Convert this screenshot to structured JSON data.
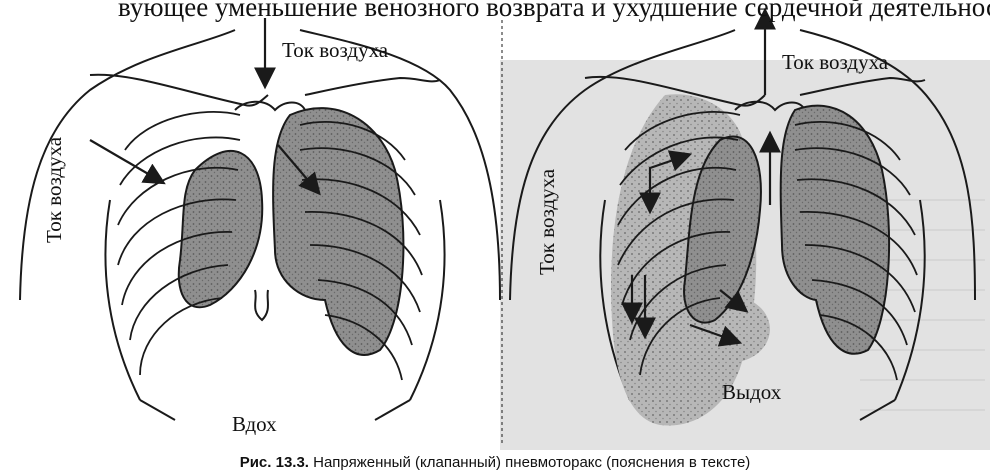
{
  "header_text": "вующее уменьшение венозного возврата и ухудшение сердечной деятельности",
  "figures": {
    "left": {
      "airflow_label_top": "Ток воздуха",
      "airflow_label_side": "Ток воздуха",
      "phase_label": "Вдох"
    },
    "right": {
      "airflow_label_top": "Ток воздуха",
      "airflow_label_side": "Ток воздуха",
      "phase_label": "Выдох"
    }
  },
  "caption": {
    "prefix": "Рис. 13.3.",
    "text": " Напряженный (клапанный) пневмоторакс (пояснения в тексте)"
  },
  "colors": {
    "ink": "#1a1a1a",
    "lung_fill": "#8c8c8c",
    "pleural_fill": "#b4b4b4",
    "background_shade": "#d6d6d6"
  }
}
